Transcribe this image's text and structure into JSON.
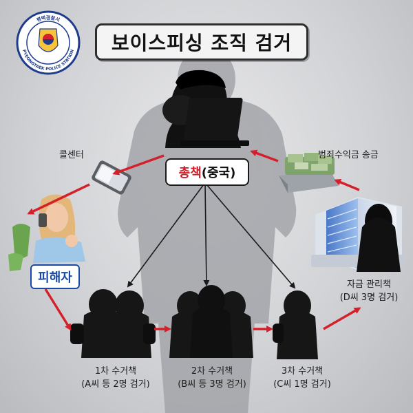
{
  "title": "보이스피싱 조직 검거",
  "emblem": {
    "top_text": "평택경찰서",
    "bottom_text": "PYEONGTAEK POLICE STATION"
  },
  "boss": {
    "label_red": "총책",
    "label_black": "(중국)"
  },
  "call_center_label": "콜센터",
  "money_label": "범죄수익금 송금",
  "victim_label": "피해자",
  "manager": {
    "line1": "자금 관리책",
    "line2": "(D씨 3명 검거)"
  },
  "collectors": [
    {
      "line1": "1차 수거책",
      "line2": "(A씨 등 2명 검거)"
    },
    {
      "line1": "2차 수거책",
      "line2": "(B씨 등 3명 검거)"
    },
    {
      "line1": "3차 수거책",
      "line2": "(C씨 1명 검거)"
    }
  ],
  "colors": {
    "arrow_red": "#d3202a",
    "arrow_black": "#1a1a1a",
    "victim_blue": "#1a4aa8",
    "silhouette": "#9ea0a4"
  }
}
